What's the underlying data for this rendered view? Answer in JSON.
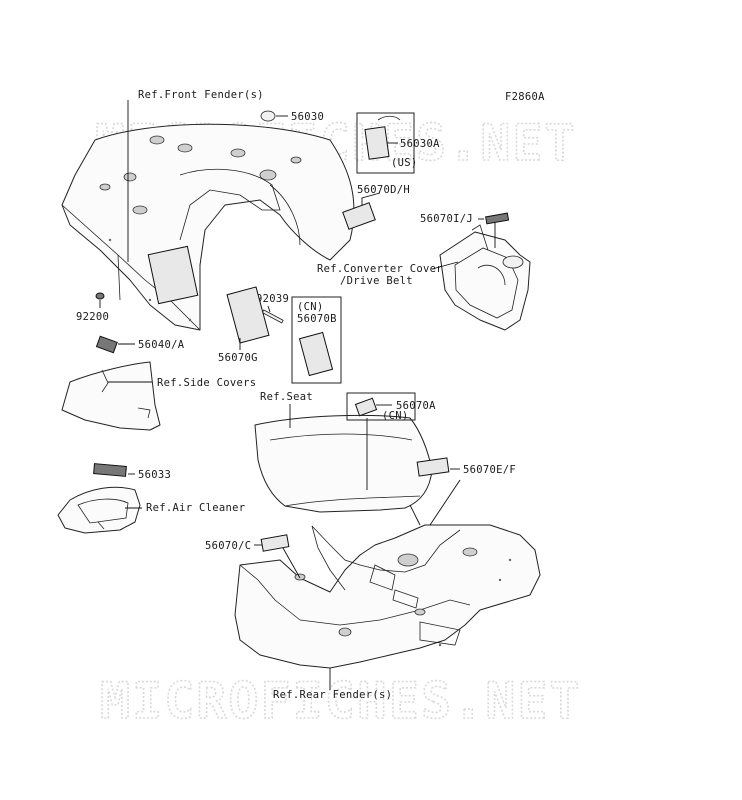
{
  "diagram_code": "F2860A",
  "watermark": "MICROFICHES.NET",
  "labels": {
    "front_fender": "Ref.Front Fender(s)",
    "p56030": "56030",
    "p56030A": "56030A",
    "us": "(US)",
    "p56070DH": "56070D/H",
    "p56070IJ": "56070I/J",
    "converter_cover_1": "Ref.Converter Cover",
    "converter_cover_2": "/Drive Belt",
    "p92039": "92039",
    "cn_b": "(CN)",
    "p56070B": "56070B",
    "p92200": "92200",
    "p56070G": "56070G",
    "p56040A": "56040/A",
    "side_covers": "Ref.Side Covers",
    "seat": "Ref.Seat",
    "p56070A": "56070A",
    "cn_a": "(CN)",
    "p56033": "56033",
    "air_cleaner": "Ref.Air Cleaner",
    "p56070EF": "56070E/F",
    "p56070C": "56070/C",
    "rear_fender": "Ref.Rear Fender(s)"
  }
}
